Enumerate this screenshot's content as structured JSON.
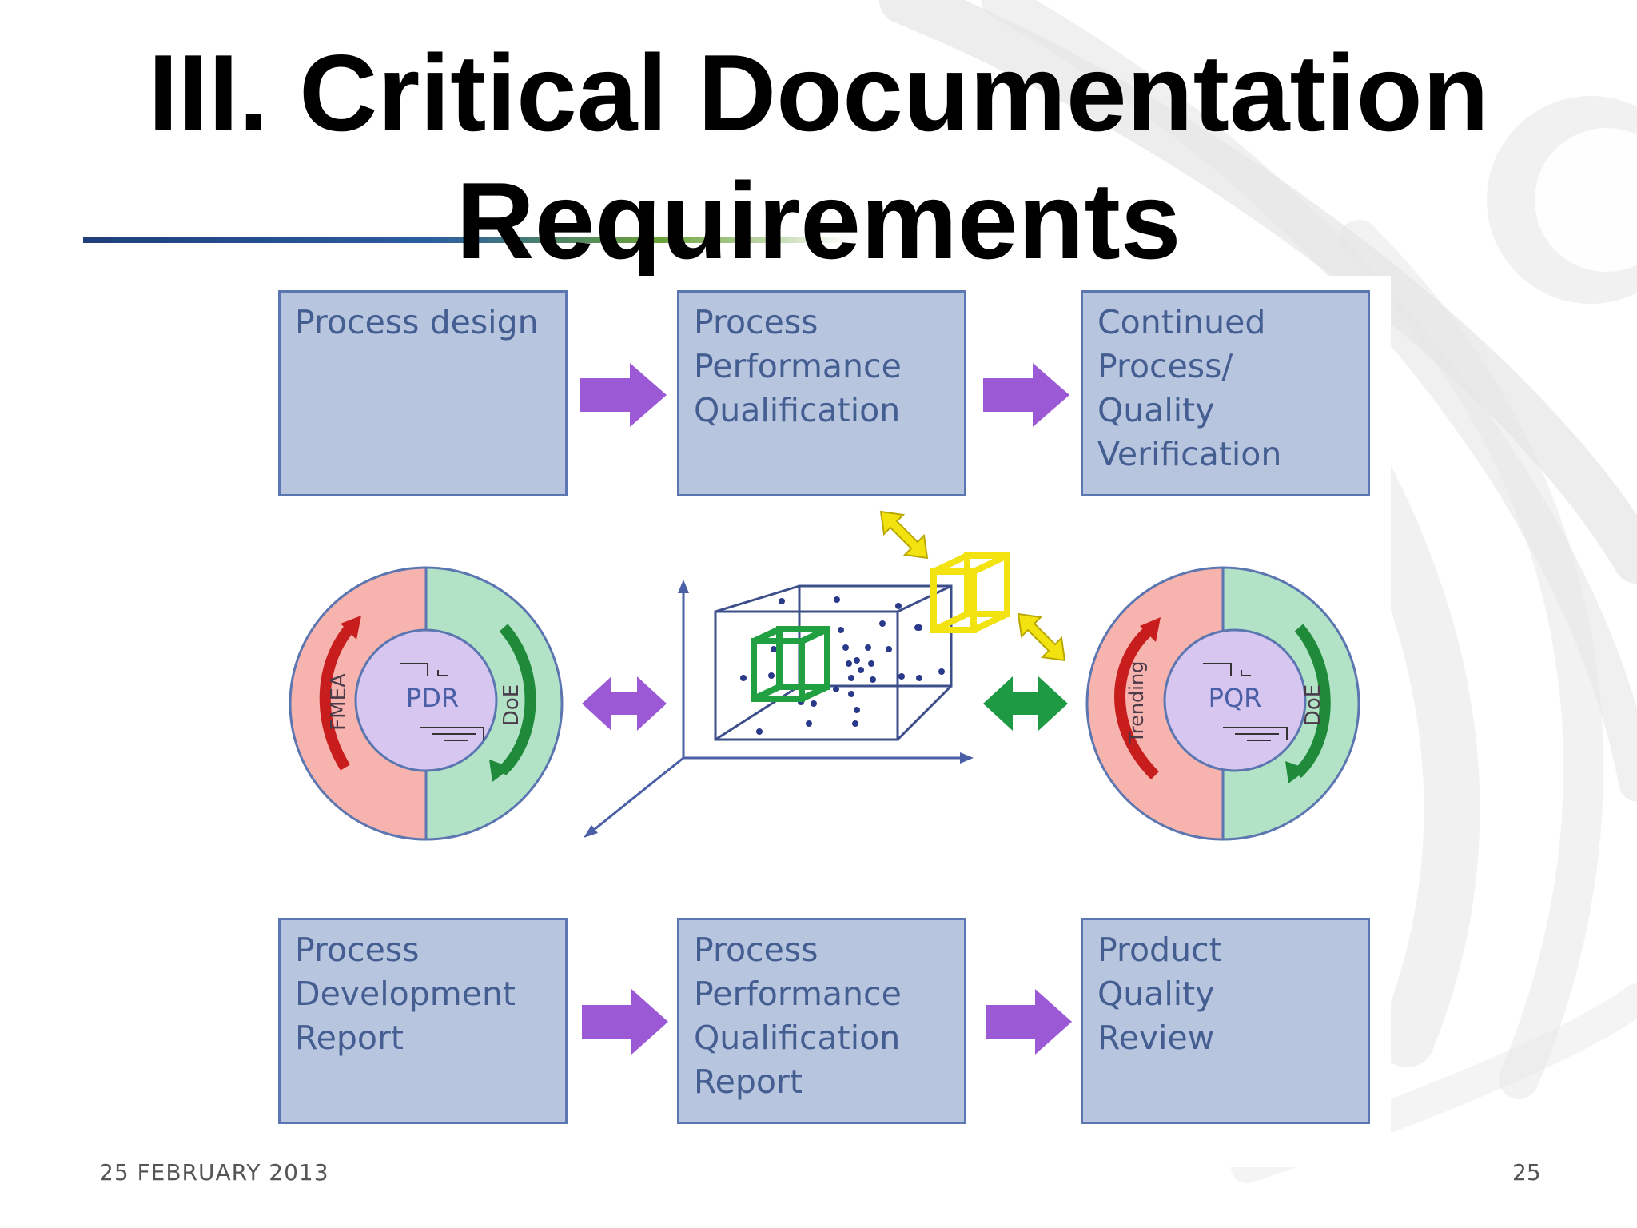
{
  "slide": {
    "title_line1": "III. Critical Documentation",
    "title_line2": "Requirements",
    "footer_date": "25 FEBRUARY 2013",
    "page_number": "25"
  },
  "top_row": [
    {
      "lines": [
        "Process design"
      ]
    },
    {
      "lines": [
        "Process",
        "Performance",
        "Qualification"
      ]
    },
    {
      "lines": [
        "Continued",
        "Process/",
        "Quality",
        "Verification"
      ]
    }
  ],
  "bottom_row": [
    {
      "lines": [
        "Process",
        "Development",
        "Report"
      ]
    },
    {
      "lines": [
        "Process",
        "Performance",
        "Qualification",
        "Report"
      ]
    },
    {
      "lines": [
        "Product",
        "Quality",
        "Review"
      ]
    }
  ],
  "left_cycle": {
    "center": "PDR",
    "left_arc": "FMEA",
    "right_arc": "DoE"
  },
  "right_cycle": {
    "center": "PQR",
    "left_arc": "Trending",
    "right_arc": "DoE"
  },
  "colors": {
    "box_fill": "#b8c5df",
    "box_border": "#5b76b0",
    "box_text": "#445e92",
    "purple_arrow": "#9b59d6",
    "green_arrow": "#1e9a45",
    "yellow_arrow": "#f2e20f",
    "red_half": "#f7b3ae",
    "green_half": "#b2e3c6",
    "center_disc": "#d7c6ef"
  }
}
